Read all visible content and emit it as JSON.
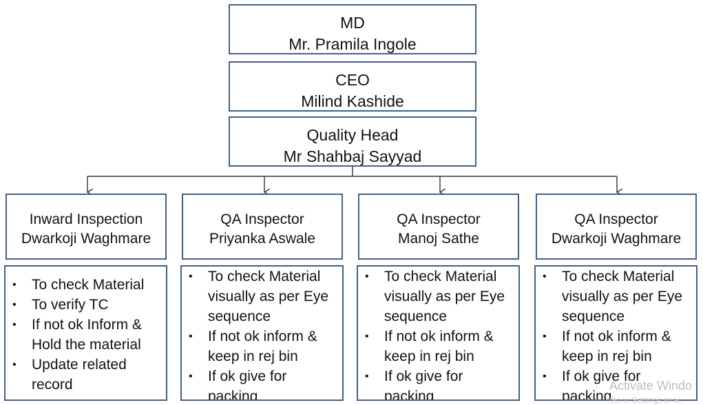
{
  "top_chain": [
    {
      "role": "MD",
      "name": "Mr. Pramila Ingole"
    },
    {
      "role": "CEO",
      "name": "Milind Kashide"
    },
    {
      "role": "Quality Head",
      "name": "Mr Shahbaj Sayyad"
    }
  ],
  "columns": [
    {
      "role": "Inward Inspection",
      "name": "Dwarkoji Waghmare",
      "duties": [
        "To check Material",
        "To verify TC",
        "If not ok Inform & Hold the material",
        "Update related record"
      ]
    },
    {
      "role": "QA Inspector",
      "name": "Priyanka Aswale",
      "duties": [
        "To check Material visually as per Eye sequence",
        "If not ok inform & keep in rej bin",
        "If ok give for packing"
      ]
    },
    {
      "role": "QA Inspector",
      "name": "Manoj Sathe",
      "duties": [
        "To check Material visually as per Eye sequence",
        "If not ok inform & keep in rej bin",
        "If ok give for packing"
      ]
    },
    {
      "role": "QA Inspector",
      "name": "Dwarkoji Waghmare",
      "duties": [
        "To check Material visually as per Eye sequence",
        "If not ok inform & keep in rej bin",
        "If ok give for packing"
      ]
    }
  ],
  "bullet_char": "•",
  "colors": {
    "box_border": "#3f5f8a",
    "connector": "#333333"
  },
  "watermark": {
    "title": "Activate Windo",
    "subtitle": "Go to Settings to ac"
  }
}
